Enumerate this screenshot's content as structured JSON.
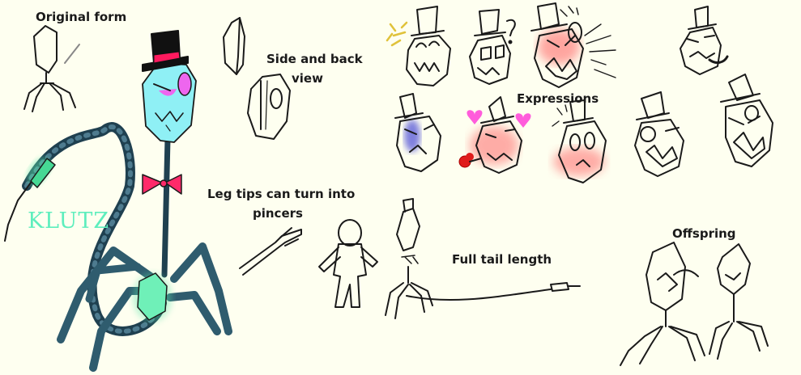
{
  "labels": {
    "original_form": "Original form",
    "side_back_1": "Side and back",
    "side_back_2": "view",
    "expressions": "Expressions",
    "leg_tips_1": "Leg tips can turn into",
    "leg_tips_2": "pincers",
    "full_tail": "Full tail length",
    "offspring": "Offspring",
    "name_tag": "KLUTZ"
  },
  "colors": {
    "background": "#fefff0",
    "body": "#8ff0f5",
    "eye": "#ee66ee",
    "hat_band": "#ff1a5e",
    "bowtie": "#ff2a6a",
    "legs": "#2f5c6e",
    "glow": "#58e3a8",
    "blush": "#ff6b6b",
    "sad_blue": "#4a4ad6",
    "heart": "#ff4ad8",
    "rose": "#e01c1c"
  }
}
